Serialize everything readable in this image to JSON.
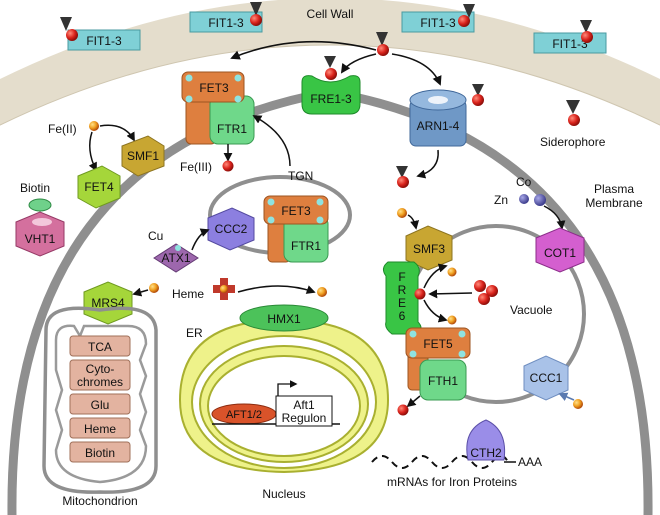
{
  "labels": {
    "cell_wall": "Cell Wall",
    "plasma_membrane_1": "Plasma",
    "plasma_membrane_2": "Membrane",
    "siderophore": "Siderophore",
    "fe2": "Fe(II)",
    "fe3": "Fe(III)",
    "biotin": "Biotin",
    "tgn": "TGN",
    "cu": "Cu",
    "co": "Co",
    "zn": "Zn",
    "heme": "Heme",
    "er": "ER",
    "vacuole": "Vacuole",
    "mitochondrion": "Mitochondrion",
    "nucleus": "Nucleus",
    "mrnas": "mRNAs for Iron Proteins",
    "aaa": "AAA",
    "aft1_regulon_1": "Aft1",
    "aft1_regulon_2": "Regulon"
  },
  "proteins": {
    "fit_1": "FIT1-3",
    "fit_2": "FIT1-3",
    "fit_3": "FIT1-3",
    "fit_4": "FIT1-3",
    "fet3_top": "FET3",
    "ftr1_top": "FTR1",
    "fre1_3": "FRE1-3",
    "arn1_4": "ARN1-4",
    "smf1": "SMF1",
    "fet4": "FET4",
    "vht1": "VHT1",
    "ccc2": "CCC2",
    "fet3_tgn": "FET3",
    "ftr1_tgn": "FTR1",
    "atx1": "ATX1",
    "mrs4": "MRS4",
    "hmx1": "HMX1",
    "smf3": "SMF3",
    "fre6_f": "F",
    "fre6_r": "R",
    "fre6_e": "E",
    "fre6_6": "6",
    "fet5": "FET5",
    "fth1": "FTH1",
    "cot1": "COT1",
    "ccc1": "CCC1",
    "cth2": "CTH2",
    "aft1_2": "AFT1/2"
  },
  "mito_boxes": [
    "TCA",
    "Cyto-",
    "chromes",
    "Glu",
    "Heme",
    "Biotin"
  ],
  "colors": {
    "cell_wall": "#e4ddcc",
    "membrane": "#8a8a8a",
    "fit": "#7fd0d6",
    "fet": "#de7f3f",
    "ftr": "#6fd88a",
    "fre": "#39c545",
    "arn": "#6f98c6",
    "smf": "#c8a632",
    "fet4": "#a5d63a",
    "vht1": "#d4709e",
    "ccc2": "#8c7fe0",
    "atx1": "#9d67ad",
    "cot1": "#d45fcf",
    "ccc1": "#a9c2e8",
    "cth2": "#9a8de8",
    "hmx1": "#4cc25a",
    "aft": "#d9532a",
    "iron": "#d9231c",
    "mito_box": "#e3b3a0",
    "siderophore": "#444444"
  }
}
